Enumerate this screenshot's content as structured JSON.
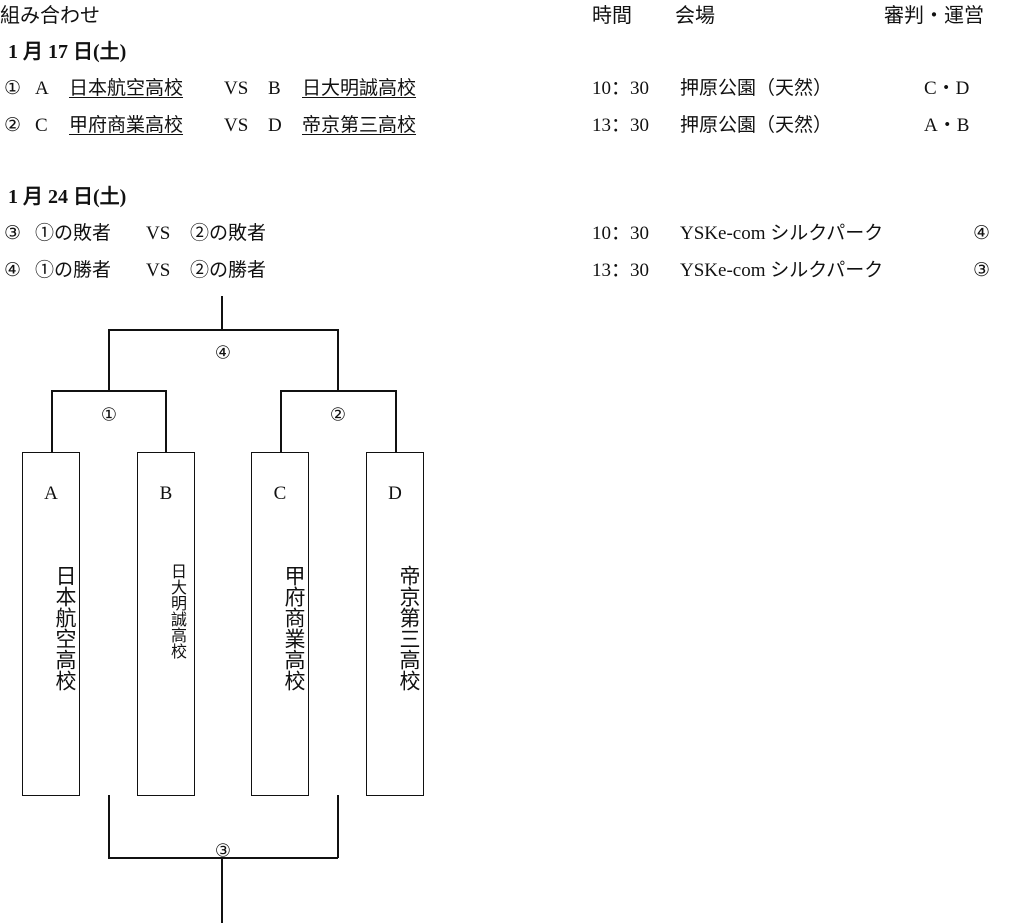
{
  "header": {
    "title": "組み合わせ",
    "time": "時間",
    "venue": "会場",
    "referee": "審判・運営"
  },
  "day1": {
    "date": "1 月 17 日(土)",
    "matches": [
      {
        "no": "①",
        "a_code": "A",
        "a_name": "日本航空高校",
        "vs": "VS",
        "b_code": "B",
        "b_name": "日大明誠高校",
        "time": "10：30",
        "venue": "押原公園（天然）",
        "referee": "C・D"
      },
      {
        "no": "②",
        "a_code": "C",
        "a_name": "甲府商業高校",
        "vs": "VS",
        "b_code": "D",
        "b_name": "帝京第三高校",
        "time": "13：30",
        "venue": "押原公園（天然）",
        "referee": "A・B"
      }
    ]
  },
  "day2": {
    "date": "1 月 24 日(土)",
    "matches": [
      {
        "no": "③",
        "a": "①の敗者",
        "vs": "VS",
        "b": "②の敗者",
        "time": "10：30",
        "venue": "YSKe-com シルクパーク",
        "referee": "④"
      },
      {
        "no": "④",
        "a": "①の勝者",
        "vs": "VS",
        "b": "②の勝者",
        "time": "13：30",
        "venue": "YSKe-com シルクパーク",
        "referee": "③"
      }
    ]
  },
  "bracket": {
    "teams": [
      {
        "code": "A",
        "name": "日本航空高校"
      },
      {
        "code": "B",
        "name": "日大明誠高校"
      },
      {
        "code": "C",
        "name": "甲府商業高校"
      },
      {
        "code": "D",
        "name": "帝京第三高校"
      }
    ],
    "labels": {
      "m1": "①",
      "m2": "②",
      "m3": "③",
      "m4": "④"
    }
  }
}
